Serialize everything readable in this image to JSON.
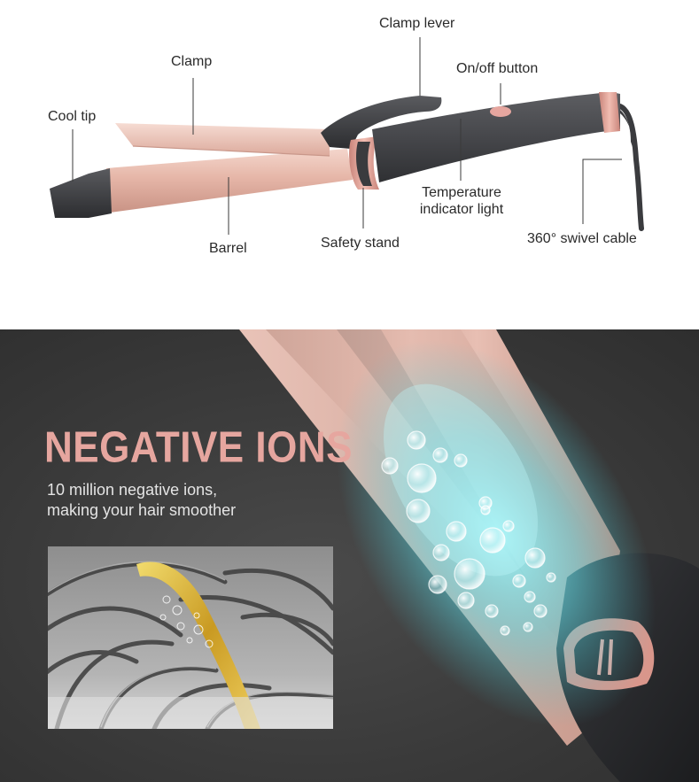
{
  "product_diagram": {
    "labels": {
      "clamp_lever": "Clamp lever",
      "clamp": "Clamp",
      "on_off_button": "On/off button",
      "cool_tip": "Cool tip",
      "temperature_indicator_line1": "Temperature",
      "temperature_indicator_line2": "indicator light",
      "barrel": "Barrel",
      "safety_stand": "Safety stand",
      "swivel_cable": "360° swivel cable"
    }
  },
  "feature": {
    "title": "NEGATIVE IONS",
    "description_line1": "10 million negative ions,",
    "description_line2": "making your hair smoother"
  },
  "colors": {
    "rose_gold": "#e6a69f",
    "barrel_pink": "#e9bfb2",
    "handle_gray": "#4a4b4e",
    "panel_dark": "#3a3a3a",
    "ion_glow": "#6fe8f0"
  }
}
